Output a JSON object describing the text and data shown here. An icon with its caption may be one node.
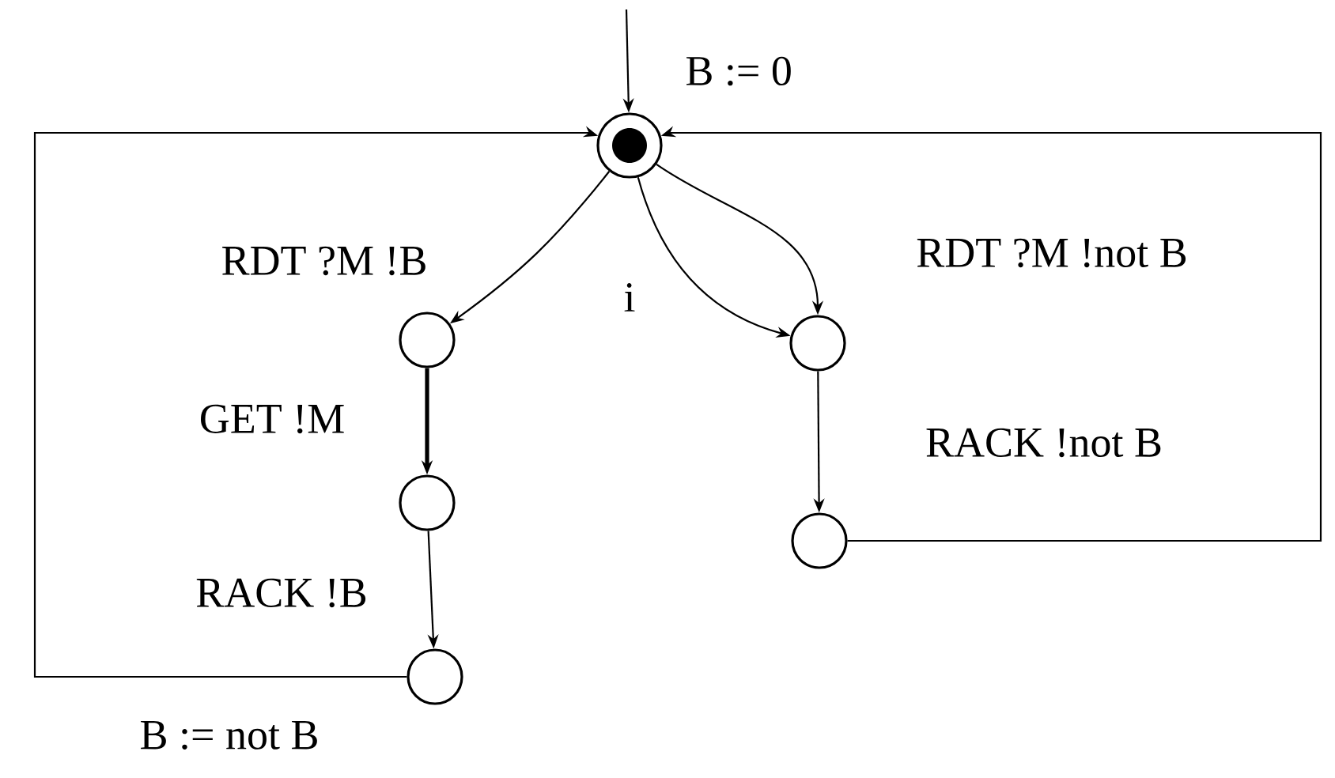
{
  "diagram": {
    "nodes": [
      {
        "text": [],
        "shape": "circle"
      },
      {
        "text": [],
        "shape": "circle"
      },
      {
        "text": [],
        "shape": "circle"
      },
      {
        "text": [],
        "shape": "circle"
      },
      {
        "text": [],
        "shape": "circle"
      },
      {
        "text": [],
        "shape": "circle"
      }
    ],
    "edges": [
      {
        "from": null,
        "to": 0,
        "arrow": "to",
        "label": "B := 0"
      },
      {
        "from": 0,
        "to": 1,
        "arrow": "to",
        "label": "RDT ?M !B"
      },
      {
        "from": 0,
        "to": 2,
        "arrow": "to",
        "label": "i"
      },
      {
        "from": 0,
        "to": 2,
        "arrow": "to",
        "label": "RDT ?M !not B"
      },
      {
        "from": 1,
        "to": 3,
        "arrow": "to",
        "label": "GET !M",
        "style": "thick"
      },
      {
        "from": 3,
        "to": 4,
        "arrow": "to",
        "label": "RACK !B"
      },
      {
        "from": 2,
        "to": 5,
        "arrow": "to",
        "label": "RACK !not B"
      },
      {
        "from": 4,
        "to": 0,
        "arrow": "to",
        "label": "B := not B"
      },
      {
        "from": 5,
        "to": 0,
        "arrow": "to"
      }
    ]
  }
}
